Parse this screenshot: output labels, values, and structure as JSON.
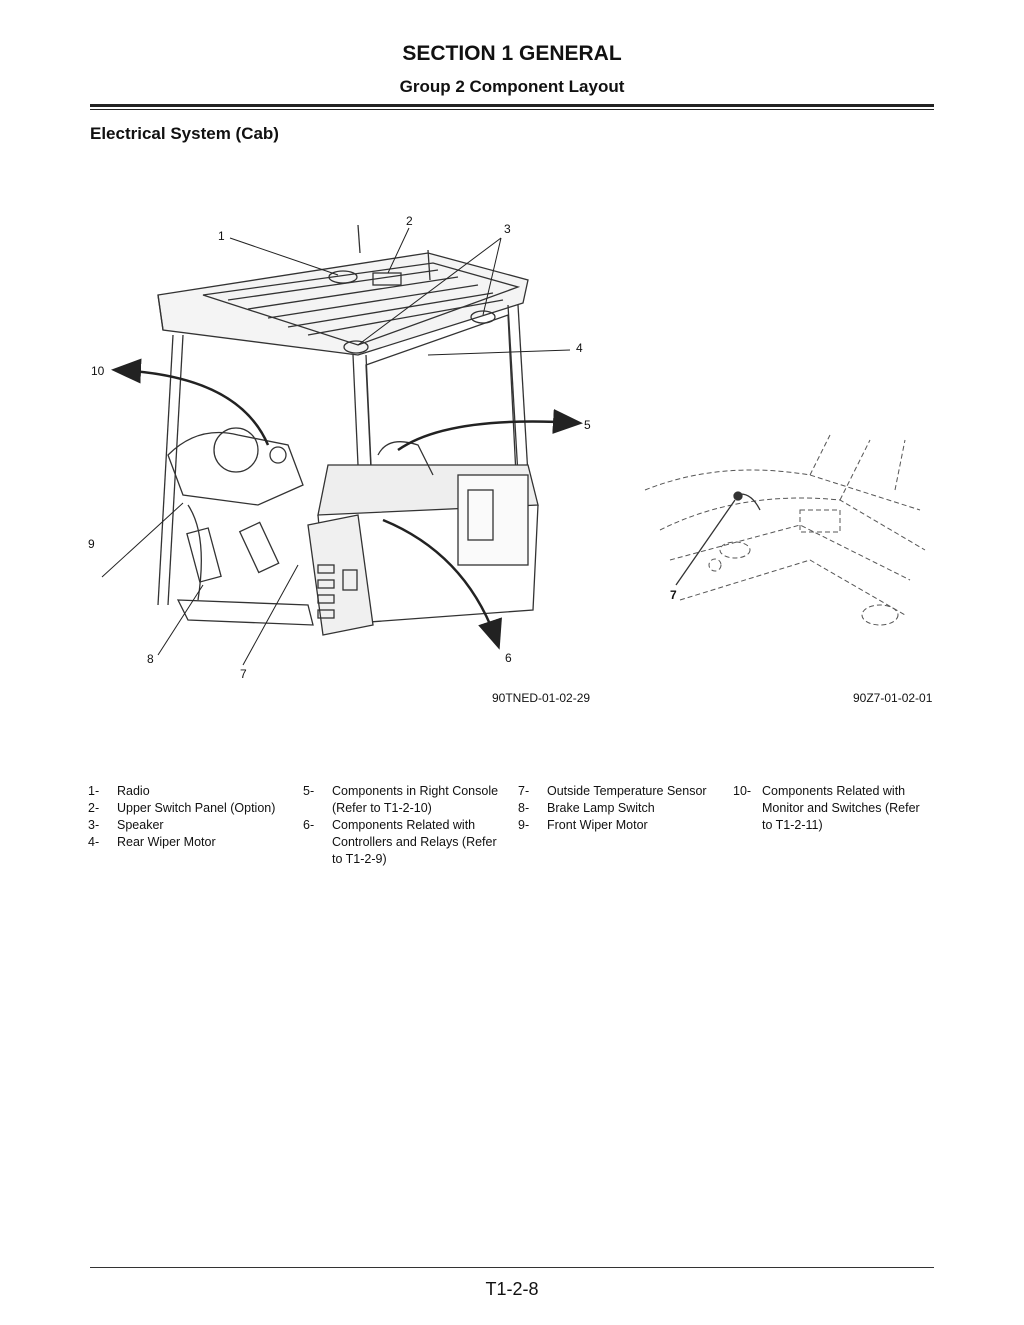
{
  "header": {
    "section": "SECTION 1 GENERAL",
    "group": "Group 2 Component Layout"
  },
  "subsection_title": "Electrical System (Cab)",
  "figure": {
    "id_left": "90TNED-01-02-29",
    "id_right": "90Z7-01-02-01",
    "callouts": [
      "1",
      "2",
      "3",
      "4",
      "5",
      "6",
      "7",
      "8",
      "9",
      "10"
    ],
    "inset_callout": "7"
  },
  "legend": {
    "col1": [
      {
        "num": "1-",
        "text": "Radio"
      },
      {
        "num": "2-",
        "text": "Upper Switch Panel (Option)"
      },
      {
        "num": "3-",
        "text": "Speaker"
      },
      {
        "num": "4-",
        "text": "Rear Wiper Motor"
      }
    ],
    "col2": [
      {
        "num": "5-",
        "text": "Components in Right Console (Refer to T1-2-10)"
      },
      {
        "num": "6-",
        "text": "Components Related with Controllers and Relays (Refer to T1-2-9)"
      }
    ],
    "col3": [
      {
        "num": "7-",
        "text": "Outside Temperature Sensor"
      },
      {
        "num": "8-",
        "text": "Brake Lamp Switch"
      },
      {
        "num": "9-",
        "text": "Front Wiper Motor"
      }
    ],
    "col4": [
      {
        "num": "10-",
        "text": "Components Related with Monitor and Switches (Refer to T1-2-11)"
      }
    ]
  },
  "footer": {
    "page_number": "T1-2-8"
  }
}
